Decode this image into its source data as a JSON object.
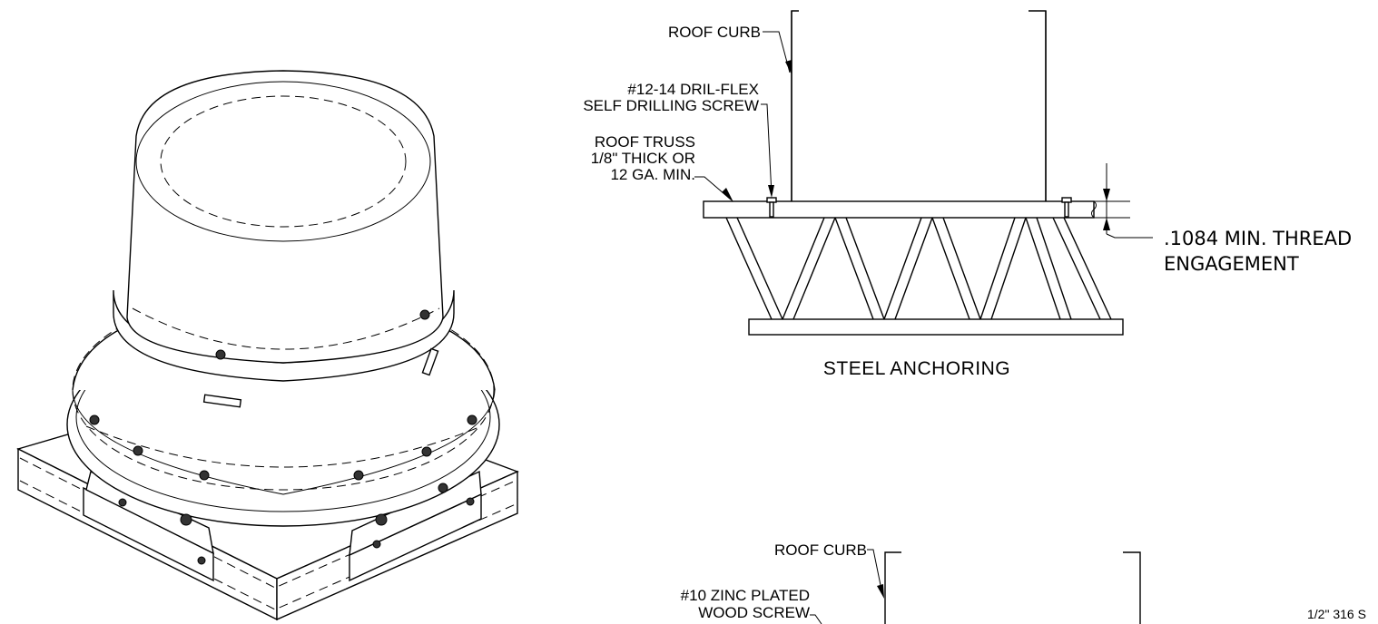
{
  "steel_detail": {
    "roof_curb": "ROOF CURB",
    "screw_line1": "#12-14 DRIL-FLEX",
    "screw_line2": "SELF DRILLING SCREW",
    "truss_line1": "ROOF TRUSS",
    "truss_line2": "1/8\" THICK OR",
    "truss_line3": "12 GA. MIN.",
    "thread_line1": ".1084 MIN. THREAD",
    "thread_line2": "ENGAGEMENT",
    "caption": "STEEL  ANCHORING"
  },
  "wood_detail": {
    "roof_curb": "ROOF CURB",
    "screw_line1": "#10 ZINC PLATED",
    "screw_line2": "WOOD SCREW",
    "cutoff_label": "1/2\" 316 S"
  },
  "isometric_view": {
    "description_icon": "ventilator-icon"
  }
}
